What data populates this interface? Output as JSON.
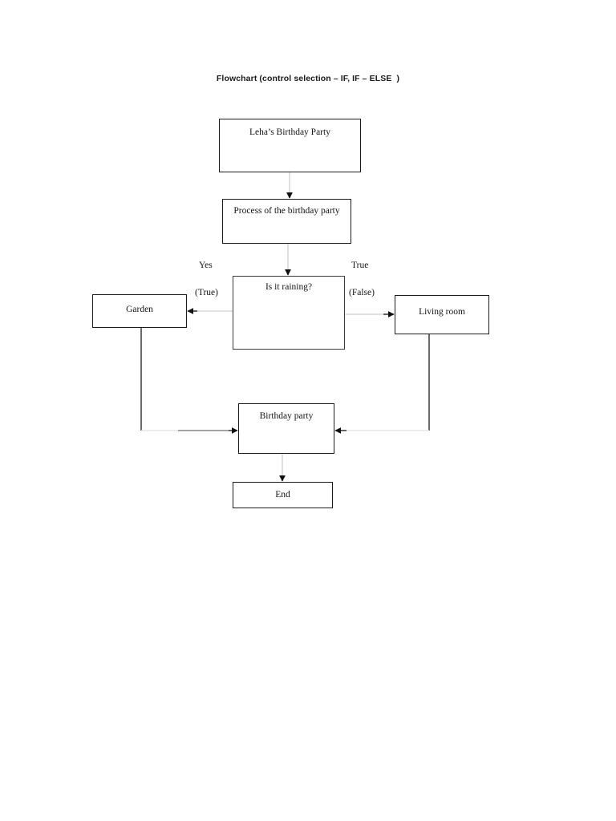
{
  "document": {
    "title": "Flowchart (control selection – IF, IF – ELSE  )"
  },
  "diagram": {
    "type": "flowchart",
    "nodes": [
      {
        "id": "start",
        "label": "Leha’s Birthday Party",
        "shape": "rectangle"
      },
      {
        "id": "process",
        "label": "Process of the birthday party",
        "shape": "rectangle"
      },
      {
        "id": "decision",
        "label": "Is it raining?",
        "shape": "rectangle"
      },
      {
        "id": "garden",
        "label": "Garden",
        "shape": "rectangle"
      },
      {
        "id": "livingroom",
        "label": "Living room",
        "shape": "rectangle"
      },
      {
        "id": "birthday",
        "label": "Birthday party",
        "shape": "rectangle"
      },
      {
        "id": "end",
        "label": "End",
        "shape": "rectangle"
      }
    ],
    "edge_labels": {
      "yes": "Yes",
      "true_paren": "(True)",
      "true": "True",
      "false_paren": "(False)"
    },
    "edges": [
      {
        "from": "start",
        "to": "process",
        "label": ""
      },
      {
        "from": "process",
        "to": "decision",
        "label": ""
      },
      {
        "from": "decision",
        "to": "garden",
        "label": "Yes (True)"
      },
      {
        "from": "decision",
        "to": "livingroom",
        "label": "True (False)"
      },
      {
        "from": "garden",
        "to": "birthday",
        "label": ""
      },
      {
        "from": "livingroom",
        "to": "birthday",
        "label": ""
      },
      {
        "from": "birthday",
        "to": "end",
        "label": ""
      }
    ],
    "colors": {
      "page_background": "#ffffff",
      "node_border": "#1c1c1c",
      "node_fill": "#ffffff",
      "text": "#141414",
      "connector_light": "#cfcfcf",
      "connector_dark": "#2b2b2b"
    }
  }
}
